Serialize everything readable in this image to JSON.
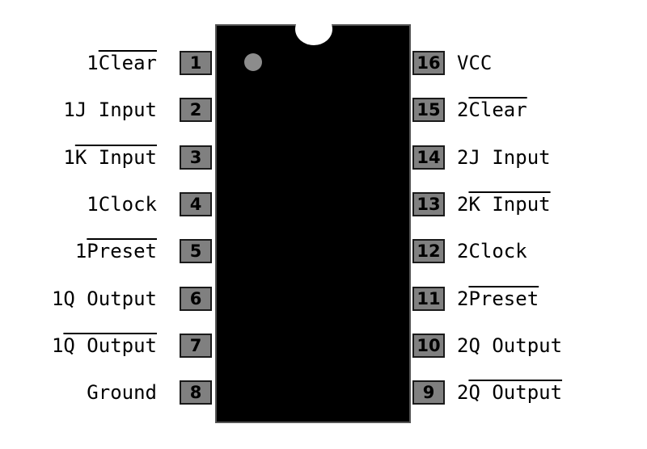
{
  "pins_left": [
    {
      "num": "1",
      "pre": "1",
      "bar": "Clear",
      "post": ""
    },
    {
      "num": "2",
      "pre": "1J Input",
      "bar": "",
      "post": ""
    },
    {
      "num": "3",
      "pre": "1",
      "bar": "K Input",
      "post": ""
    },
    {
      "num": "4",
      "pre": "1Clock",
      "bar": "",
      "post": ""
    },
    {
      "num": "5",
      "pre": "1",
      "bar": "Preset",
      "post": ""
    },
    {
      "num": "6",
      "pre": "1Q Output",
      "bar": "",
      "post": ""
    },
    {
      "num": "7",
      "pre": "1",
      "bar": "Q Output",
      "post": ""
    },
    {
      "num": "8",
      "pre": "Ground",
      "bar": "",
      "post": ""
    }
  ],
  "pins_right": [
    {
      "num": "16",
      "pre": "VCC",
      "bar": "",
      "post": ""
    },
    {
      "num": "15",
      "pre": "2",
      "bar": "Clear",
      "post": ""
    },
    {
      "num": "14",
      "pre": "2J Input",
      "bar": "",
      "post": ""
    },
    {
      "num": "13",
      "pre": "2",
      "bar": "K Input",
      "post": ""
    },
    {
      "num": "12",
      "pre": "2Clock",
      "bar": "",
      "post": ""
    },
    {
      "num": "11",
      "pre": "2",
      "bar": "Preset",
      "post": ""
    },
    {
      "num": "10",
      "pre": "2Q Output",
      "bar": "",
      "post": ""
    },
    {
      "num": "9",
      "pre": "2",
      "bar": "Q Output",
      "post": ""
    }
  ]
}
